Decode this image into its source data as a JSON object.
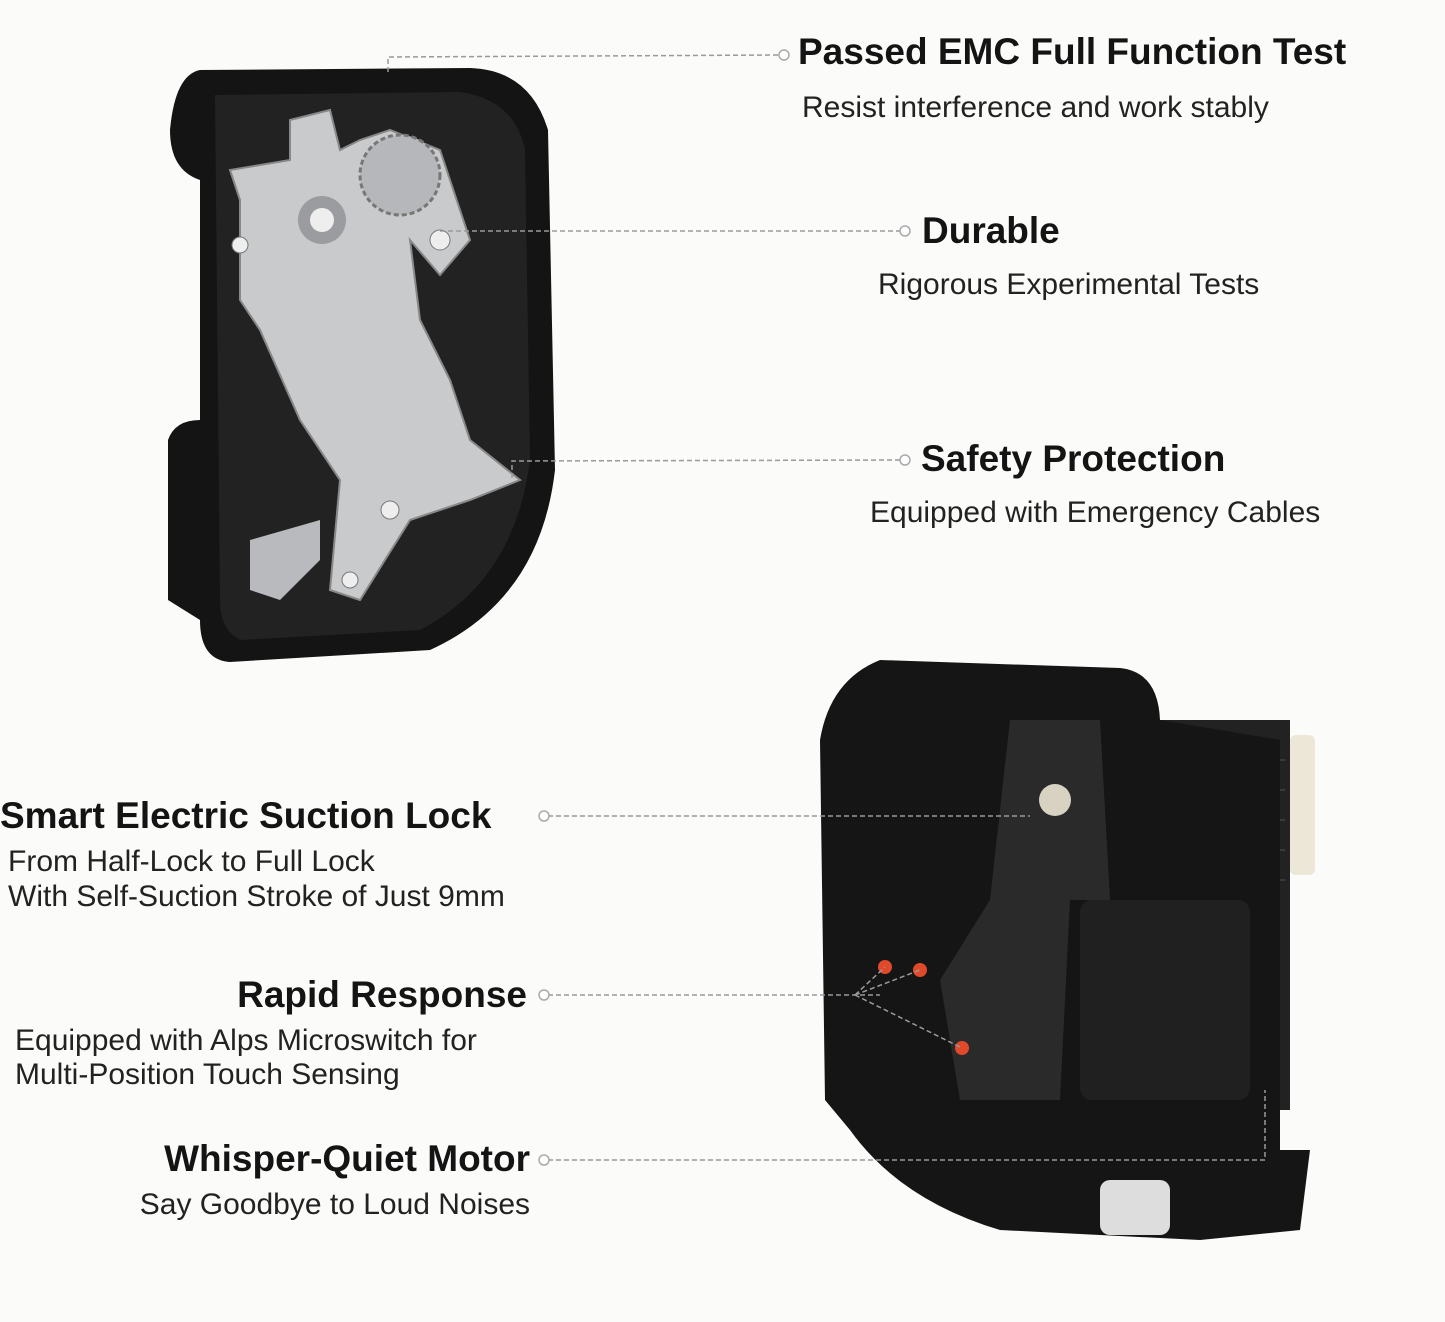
{
  "features": {
    "emc": {
      "title": "Passed EMC Full Function Test",
      "subtitle": "Resist interference and work stably"
    },
    "durable": {
      "title": "Durable",
      "subtitle": "Rigorous Experimental Tests"
    },
    "safety": {
      "title": "Safety Protection",
      "subtitle": "Equipped with Emergency Cables"
    },
    "suction": {
      "title": "Smart Electric Suction Lock",
      "line1": "From Half-Lock to Full Lock",
      "line2": "With Self-Suction Stroke of Just 9mm"
    },
    "rapid": {
      "title": "Rapid Response",
      "line1": "Equipped with Alps Microswitch for",
      "line2": "Multi-Position Touch Sensing"
    },
    "motor": {
      "title": "Whisper-Quiet Motor",
      "subtitle": "Say Goodbye to Loud Noises"
    }
  },
  "colors": {
    "background": "#fbfbf9",
    "housing": "#141414",
    "metal": "#c9cacc",
    "leader": "#9a9a9a"
  }
}
